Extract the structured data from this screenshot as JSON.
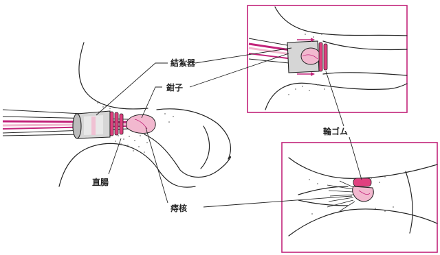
{
  "labels": {
    "ligator": "結紮器",
    "forceps": "鉗子",
    "rubber_band": "輪ゴム",
    "rectum": "直腸",
    "hemorrhoid": "痔核"
  },
  "colors": {
    "outline": "#222222",
    "magenta": "#c2237a",
    "pink_tissue": "#f2b8cf",
    "band": "#e0407f",
    "gray": "#c8c8c8",
    "stipple": "#777777"
  }
}
